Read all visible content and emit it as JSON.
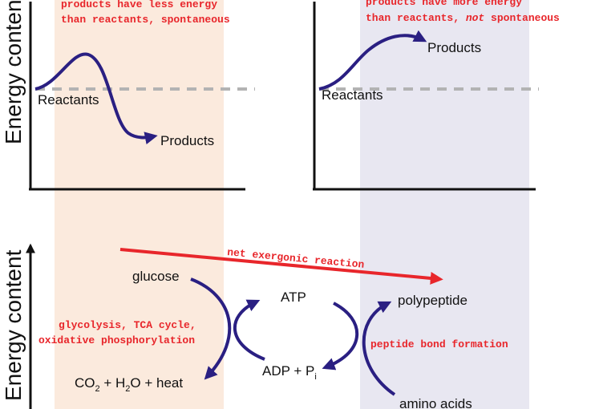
{
  "colors": {
    "curve": "#2a1f82",
    "annotation": "#e8262b",
    "exergonic_band": "#fbeadd",
    "endergonic_band": "#e8e7f1",
    "baseline": "#b3b3b3",
    "axis": "#111111"
  },
  "top_left": {
    "note_line1": "products have less energy",
    "note_line2": "than reactants, spontaneous",
    "reactants_label": "Reactants",
    "products_label": "Products"
  },
  "top_right": {
    "note_line1": "products have more energy",
    "note_line2_prefix": "than reactants, ",
    "note_line2_emph": "not",
    "note_line2_suffix": " spontaneous",
    "reactants_label": "Reactants",
    "products_label": "Products"
  },
  "axes": {
    "top_ylabel": "Energy content",
    "bottom_ylabel": "Energy content"
  },
  "bottom": {
    "net_label": "net exergonic reaction",
    "glucose": "glucose",
    "catabolism_line1": "glycolysis, TCA cycle,",
    "catabolism_line2": "oxidative phosphorylation",
    "co2_a": "CO",
    "co2_sub": "2",
    "co2_b": " + H",
    "h2o_sub": "2",
    "h2o_c": "O + heat",
    "atp": "ATP",
    "adp_a": "ADP + P",
    "adp_sub": "i",
    "polypeptide": "polypeptide",
    "peptide_label": "peptide bond formation",
    "amino_acids": "amino acids"
  }
}
